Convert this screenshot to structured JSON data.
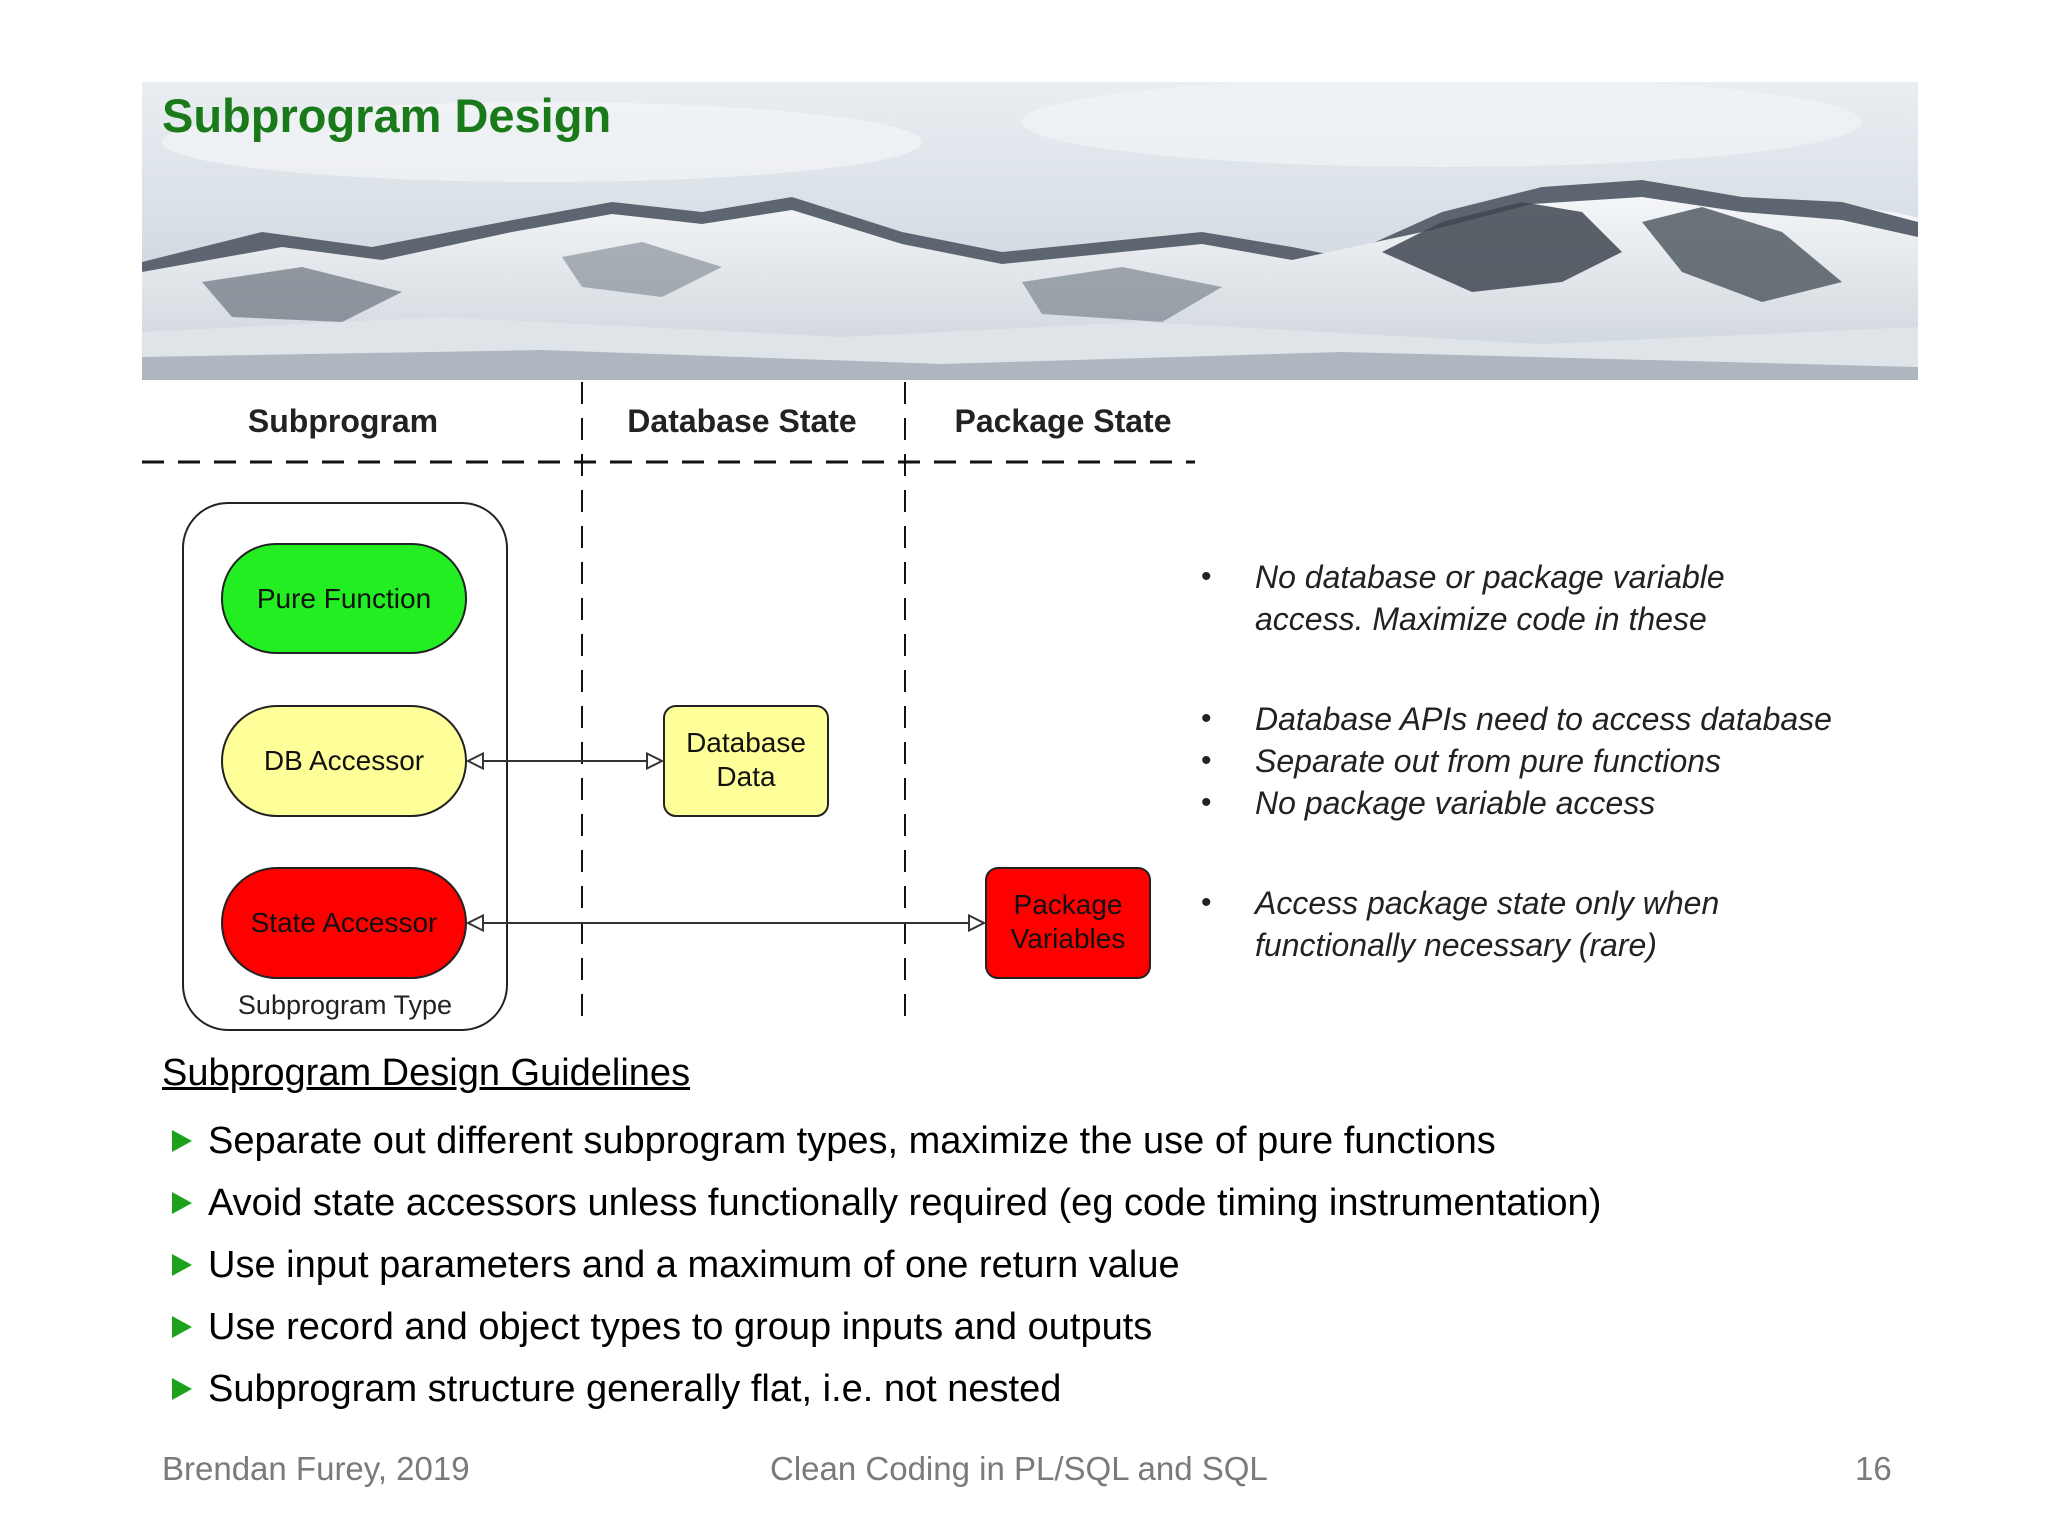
{
  "slide": {
    "title": "Subprogram Design"
  },
  "diagram": {
    "columns": [
      "Subprogram",
      "Database State",
      "Package State"
    ],
    "nodes": {
      "pure_function": "Pure Function",
      "db_accessor": "DB Accessor",
      "state_accessor": "State Accessor",
      "group_label": "Subprogram Type",
      "database_data": [
        "Database",
        "Data"
      ],
      "package_variables": [
        "Package",
        "Variables"
      ]
    },
    "colors": {
      "pure_function": "#22ee22",
      "db_accessor": "#ffff99",
      "state_accessor": "#ff0000",
      "database_data": "#ffff99",
      "package_variables": "#ff0000"
    }
  },
  "notes": [
    [
      "No database or package variable",
      "access. Maximize code in these"
    ],
    [
      "Database APIs need to access database"
    ],
    [
      "Separate out from pure functions"
    ],
    [
      "No package variable access"
    ],
    [
      "Access package state only when",
      "functionally necessary (rare)"
    ]
  ],
  "guidelines": {
    "heading": "Subprogram Design Guidelines",
    "items": [
      "Separate out different subprogram types, maximize the use of pure functions",
      "Avoid state accessors unless functionally required (eg code timing instrumentation)",
      "Use input parameters and a maximum of one return value",
      "Use record and object types to group inputs and outputs",
      "Subprogram structure generally flat, i.e. not nested"
    ]
  },
  "footer": {
    "author": "Brendan Furey, 2019",
    "course": "Clean Coding in PL/SQL and SQL",
    "page": "16"
  }
}
